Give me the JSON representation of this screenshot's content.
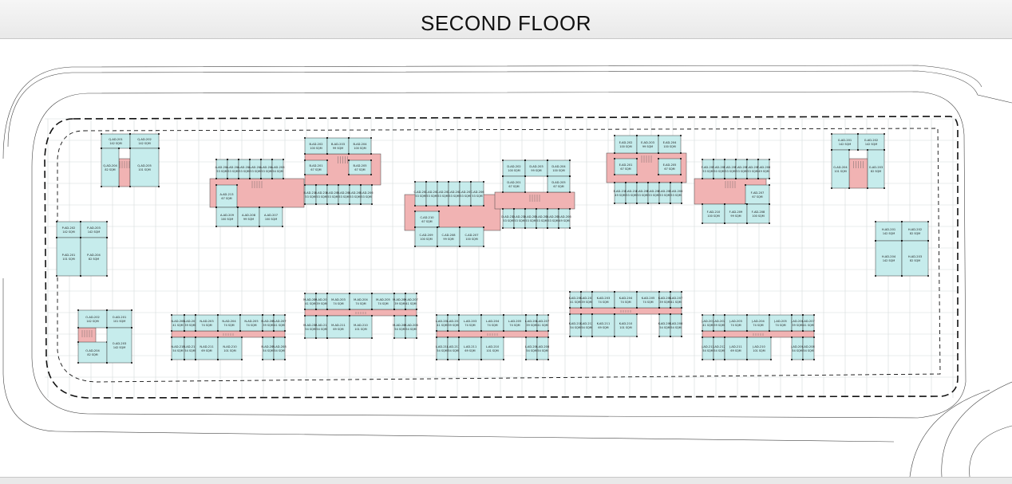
{
  "page": {
    "title": "SECOND FLOOR"
  },
  "colors": {
    "unit_fill": "#c6ecec",
    "core_fill": "#f1b3b3",
    "grid": "#cfd6d6",
    "road": "#2a2a2a",
    "background": "#ffffff"
  },
  "blocks": [
    {
      "id": "Q",
      "units": [
        {
          "label": "Q-AD-201",
          "area": "142 SQM"
        },
        {
          "label": "Q-AD-202",
          "area": "142 SQM"
        },
        {
          "label": "Q-AD-204",
          "area": "82 SQM"
        },
        {
          "label": "Q-AD-205",
          "area": "101 SQM"
        }
      ]
    },
    {
      "id": "A",
      "units": [
        {
          "label": "A-AD-201",
          "area": "53 SQM"
        },
        {
          "label": "A-AD-202",
          "area": "53 SQM"
        },
        {
          "label": "A-AD-203",
          "area": "53 SQM"
        },
        {
          "label": "A-AD-204",
          "area": "53 SQM"
        },
        {
          "label": "A-AD-205",
          "area": "53 SQM"
        },
        {
          "label": "A-AD-206",
          "area": "54 SQM"
        },
        {
          "label": "A-AD-213",
          "area": "67 SQM"
        },
        {
          "label": "A-AD-209",
          "area": "100 SQM"
        },
        {
          "label": "A-AD-208",
          "area": "99 SQM"
        },
        {
          "label": "A-AD-207",
          "area": "100 SQM"
        }
      ]
    },
    {
      "id": "B",
      "units": [
        {
          "label": "B-AD-202",
          "area": "100 SQM"
        },
        {
          "label": "B-AD-203",
          "area": "99 SQM"
        },
        {
          "label": "B-AD-204",
          "area": "100 SQM"
        },
        {
          "label": "B-AD-201",
          "area": "67 SQM"
        },
        {
          "label": "B-AD-205",
          "area": "67 SQM"
        },
        {
          "label": "B-AD-211",
          "area": "53 SQM"
        },
        {
          "label": "B-AD-210",
          "area": "53 SQM"
        },
        {
          "label": "B-AD-209",
          "area": "53 SQM"
        },
        {
          "label": "B-AD-208",
          "area": "53 SQM"
        },
        {
          "label": "B-AD-207",
          "area": "53 SQM"
        },
        {
          "label": "B-AD-206",
          "area": "53 SQM"
        }
      ]
    },
    {
      "id": "C",
      "units": [
        {
          "label": "C-AD-201",
          "area": "53 SQM"
        },
        {
          "label": "C-AD-202",
          "area": "53 SQM"
        },
        {
          "label": "C-AD-203",
          "area": "53 SQM"
        },
        {
          "label": "C-AD-204",
          "area": "53 SQM"
        },
        {
          "label": "C-AD-205",
          "area": "53 SQM"
        },
        {
          "label": "C-AD-206",
          "area": "53 SQM"
        },
        {
          "label": "C-AD-210",
          "area": "67 SQM"
        },
        {
          "label": "C-AD-209",
          "area": "100 SQM"
        },
        {
          "label": "C-AD-208",
          "area": "99 SQM"
        },
        {
          "label": "C-AD-207",
          "area": "100 SQM"
        }
      ]
    },
    {
      "id": "D",
      "units": [
        {
          "label": "D-AD-202",
          "area": "100 SQM"
        },
        {
          "label": "D-AD-203",
          "area": "99 SQM"
        },
        {
          "label": "D-AD-204",
          "area": "100 SQM"
        },
        {
          "label": "D-AD-201",
          "area": "67 SQM"
        },
        {
          "label": "D-AD-205",
          "area": "67 SQM"
        },
        {
          "label": "D-AD-211",
          "area": "53 SQM"
        },
        {
          "label": "D-AD-210",
          "area": "53 SQM"
        },
        {
          "label": "D-AD-209",
          "area": "53 SQM"
        },
        {
          "label": "D-AD-208",
          "area": "53 SQM"
        },
        {
          "label": "D-AD-207",
          "area": "53 SQM"
        },
        {
          "label": "D-AD-206",
          "area": "49 SQM"
        }
      ]
    },
    {
      "id": "E",
      "units": [
        {
          "label": "E-AD-202",
          "area": "100 SQM"
        },
        {
          "label": "E-AD-203",
          "area": "99 SQM"
        },
        {
          "label": "E-AD-204",
          "area": "100 SQM"
        },
        {
          "label": "E-AD-201",
          "area": "67 SQM"
        },
        {
          "label": "E-AD-205",
          "area": "67 SQM"
        },
        {
          "label": "E-AD-211",
          "area": "49 SQM"
        },
        {
          "label": "E-AD-210",
          "area": "53 SQM"
        },
        {
          "label": "E-AD-209",
          "area": "53 SQM"
        },
        {
          "label": "E-AD-208",
          "area": "53 SQM"
        },
        {
          "label": "E-AD-207",
          "area": "53 SQM"
        },
        {
          "label": "E-AD-206",
          "area": "53 SQM"
        }
      ]
    },
    {
      "id": "F",
      "units": [
        {
          "label": "F-AD-201",
          "area": "53 SQM"
        },
        {
          "label": "F-AD-202",
          "area": "50 SQM"
        },
        {
          "label": "F-AD-203",
          "area": "53 SQM"
        },
        {
          "label": "F-AD-204",
          "area": "53 SQM"
        },
        {
          "label": "F-AD-205",
          "area": "53 SQM"
        },
        {
          "label": "F-AD-206",
          "area": "49 SQM"
        },
        {
          "label": "F-AD-207",
          "area": "67 SQM"
        },
        {
          "label": "F-AD-210",
          "area": "100 SQM"
        },
        {
          "label": "F-AD-209",
          "area": "99 SQM"
        },
        {
          "label": "F-AD-208",
          "area": "100 SQM"
        }
      ]
    },
    {
      "id": "G",
      "units": [
        {
          "label": "G-AD-201",
          "area": "142 SQM"
        },
        {
          "label": "G-AD-202",
          "area": "142 SQM"
        },
        {
          "label": "G-AD-204",
          "area": "101 SQM"
        },
        {
          "label": "G-AD-203",
          "area": "82 SQM"
        }
      ]
    },
    {
      "id": "P",
      "units": [
        {
          "label": "P-AD-202",
          "area": "142 SQM"
        },
        {
          "label": "P-AD-203",
          "area": "142 SQM"
        },
        {
          "label": "P-AD-201",
          "area": "101 SQM"
        },
        {
          "label": "P-AD-204",
          "area": "82 SQM"
        }
      ]
    },
    {
      "id": "H",
      "units": [
        {
          "label": "H-AD-201",
          "area": "142 SQM"
        },
        {
          "label": "H-AD-202",
          "area": "82 SQM"
        },
        {
          "label": "H-AD-204",
          "area": "142 SQM"
        },
        {
          "label": "H-AD-203",
          "area": "82 SQM"
        }
      ]
    },
    {
      "id": "O",
      "units": [
        {
          "label": "O-AD-202",
          "area": "142 SQM"
        },
        {
          "label": "O-AD-201",
          "area": "101 SQM"
        },
        {
          "label": "O-AD-204",
          "area": "82 SQM"
        },
        {
          "label": "O-AD-203",
          "area": "142 SQM"
        }
      ]
    },
    {
      "id": "N",
      "units": [
        {
          "label": "N-AD-201",
          "area": "41 SQM"
        },
        {
          "label": "N-AD-202",
          "area": "39 SQM"
        },
        {
          "label": "N-AD-203",
          "area": "74 SQM"
        },
        {
          "label": "N-AD-204",
          "area": "74 SQM"
        },
        {
          "label": "N-AD-205",
          "area": "74 SQM"
        },
        {
          "label": "N-AD-206",
          "area": "39 SQM"
        },
        {
          "label": "N-AD-207",
          "area": "41 SQM"
        },
        {
          "label": "N-AD-213",
          "area": "54 SQM"
        },
        {
          "label": "N-AD-212",
          "area": "54 SQM"
        },
        {
          "label": "N-AD-211",
          "area": "69 SQM"
        },
        {
          "label": "N-AD-210",
          "area": "101 SQM"
        },
        {
          "label": "N-AD-209",
          "area": "54 SQM"
        },
        {
          "label": "N-AD-208",
          "area": "54 SQM"
        }
      ]
    },
    {
      "id": "M",
      "units": [
        {
          "label": "M-AD-201",
          "area": "41 SQM"
        },
        {
          "label": "M-AD-202",
          "area": "39 SQM"
        },
        {
          "label": "M-AD-203",
          "area": "74 SQM"
        },
        {
          "label": "M-AD-204",
          "area": "74 SQM"
        },
        {
          "label": "M-AD-205",
          "area": "74 SQM"
        },
        {
          "label": "M-AD-206",
          "area": "39 SQM"
        },
        {
          "label": "M-AD-207",
          "area": "41 SQM"
        },
        {
          "label": "M-AD-213",
          "area": "54 SQM"
        },
        {
          "label": "M-AD-212",
          "area": "54 SQM"
        },
        {
          "label": "M-AD-211",
          "area": "69 SQM"
        },
        {
          "label": "M-AD-210",
          "area": "101 SQM"
        },
        {
          "label": "M-AD-209",
          "area": "54 SQM"
        },
        {
          "label": "M-AD-208",
          "area": "54 SQM"
        }
      ]
    },
    {
      "id": "L",
      "units": [
        {
          "label": "L-AD-201",
          "area": "41 SQM"
        },
        {
          "label": "L-AD-202",
          "area": "39 SQM"
        },
        {
          "label": "L-AD-203",
          "area": "74 SQM"
        },
        {
          "label": "L-AD-204",
          "area": "74 SQM"
        },
        {
          "label": "L-AD-205",
          "area": "74 SQM"
        },
        {
          "label": "L-AD-206",
          "area": "39 SQM"
        },
        {
          "label": "L-AD-207",
          "area": "41 SQM"
        },
        {
          "label": "L-AD-213",
          "area": "54 SQM"
        },
        {
          "label": "L-AD-212",
          "area": "54 SQM"
        },
        {
          "label": "L-AD-211",
          "area": "69 SQM"
        },
        {
          "label": "L-AD-210",
          "area": "101 SQM"
        },
        {
          "label": "L-AD-209",
          "area": "54 SQM"
        },
        {
          "label": "L-AD-208",
          "area": "54 SQM"
        }
      ]
    },
    {
      "id": "K",
      "units": [
        {
          "label": "K-AD-201",
          "area": "41 SQM"
        },
        {
          "label": "K-AD-202",
          "area": "39 SQM"
        },
        {
          "label": "K-AD-203",
          "area": "74 SQM"
        },
        {
          "label": "K-AD-204",
          "area": "74 SQM"
        },
        {
          "label": "K-AD-205",
          "area": "74 SQM"
        },
        {
          "label": "K-AD-206",
          "area": "39 SQM"
        },
        {
          "label": "K-AD-207",
          "area": "41 SQM"
        },
        {
          "label": "K-AD-213",
          "area": "54 SQM"
        },
        {
          "label": "K-AD-212",
          "area": "54 SQM"
        },
        {
          "label": "K-AD-211",
          "area": "69 SQM"
        },
        {
          "label": "K-AD-210",
          "area": "101 SQM"
        },
        {
          "label": "K-AD-209",
          "area": "54 SQM"
        },
        {
          "label": "K-AD-208",
          "area": "54 SQM"
        }
      ]
    },
    {
      "id": "J",
      "units": [
        {
          "label": "J-AD-201",
          "area": "41 SQM"
        },
        {
          "label": "J-AD-202",
          "area": "39 SQM"
        },
        {
          "label": "J-AD-203",
          "area": "74 SQM"
        },
        {
          "label": "J-AD-204",
          "area": "74 SQM"
        },
        {
          "label": "J-AD-205",
          "area": "74 SQM"
        },
        {
          "label": "J-AD-206",
          "area": "39 SQM"
        },
        {
          "label": "J-AD-207",
          "area": "41 SQM"
        },
        {
          "label": "J-AD-213",
          "area": "54 SQM"
        },
        {
          "label": "J-AD-212",
          "area": "54 SQM"
        },
        {
          "label": "J-AD-211",
          "area": "69 SQM"
        },
        {
          "label": "J-AD-210",
          "area": "101 SQM"
        },
        {
          "label": "J-AD-209",
          "area": "54 SQM"
        },
        {
          "label": "J-AD-208",
          "area": "54 SQM"
        }
      ]
    }
  ]
}
